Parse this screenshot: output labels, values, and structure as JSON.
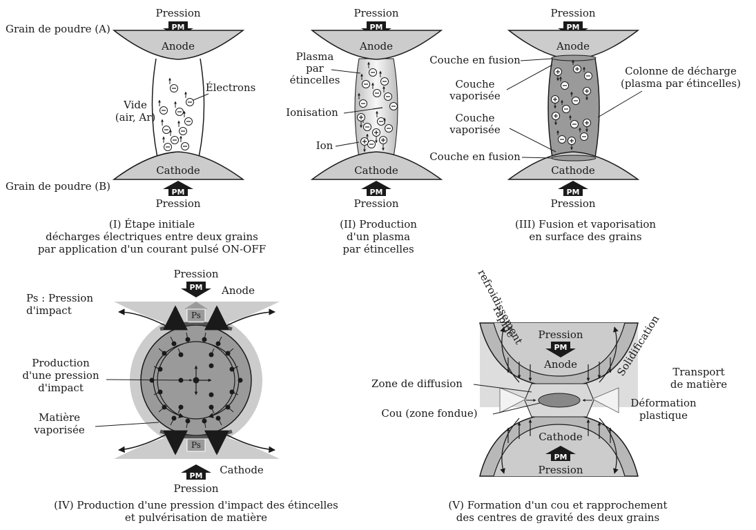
{
  "colors": {
    "electrode": "#cccccc",
    "plasma": "#e0e0e0",
    "plasma_dark": "#9a9a9a",
    "ink": "#1a1a1a",
    "white": "#ffffff"
  },
  "common": {
    "pression": "Pression",
    "pm": "PM",
    "anode": "Anode",
    "cathode": "Cathode",
    "ps": "Ps"
  },
  "panel1": {
    "grain_a": "Grain de poudre (A)",
    "grain_b": "Grain de poudre (B)",
    "vide": [
      "Vide",
      "(air, Ar)"
    ],
    "electrons": "Électrons",
    "caption": [
      "(I) Étape initiale",
      "décharges électriques entre deux grains",
      "par application d'un courant pulsé ON-OFF"
    ]
  },
  "panel2": {
    "plasma": [
      "Plasma",
      "par",
      "étincelles"
    ],
    "ionisation": "Ionisation",
    "ion": "Ion",
    "caption": [
      "(II) Production",
      "d'un plasma",
      "par étincelles"
    ]
  },
  "panel3": {
    "couche_fusion_top": "Couche en fusion",
    "couche_vap_1": [
      "Couche",
      "vaporisée"
    ],
    "couche_vap_2": [
      "Couche",
      "vaporisée"
    ],
    "couche_fusion_bottom": "Couche en fusion",
    "colonne": [
      "Colonne de décharge",
      "(plasma par étincelles)"
    ],
    "caption": [
      "(III) Fusion et vaporisation",
      "en surface des grains"
    ]
  },
  "panel4": {
    "ps_label": [
      "Ps : Pression",
      "d'impact"
    ],
    "production": [
      "Production",
      "d'une pression",
      "d'impact"
    ],
    "matiere": [
      "Matière",
      "vaporisée"
    ],
    "caption": [
      "(IV) Production d'une pression d'impact des étincelles",
      "et pulvérisation de matière"
    ]
  },
  "panel5": {
    "refroidissement": [
      "refroidissement",
      "rapide"
    ],
    "solidification": "Solidification",
    "transport": [
      "Transport",
      "de matière"
    ],
    "zone": "Zone de diffusion",
    "cou": "Cou (zone fondue)",
    "deformation": [
      "Déformation",
      "plastique"
    ],
    "caption": [
      "(V) Formation d'un cou et rapprochement",
      "des centres de gravité des deux grains"
    ]
  }
}
